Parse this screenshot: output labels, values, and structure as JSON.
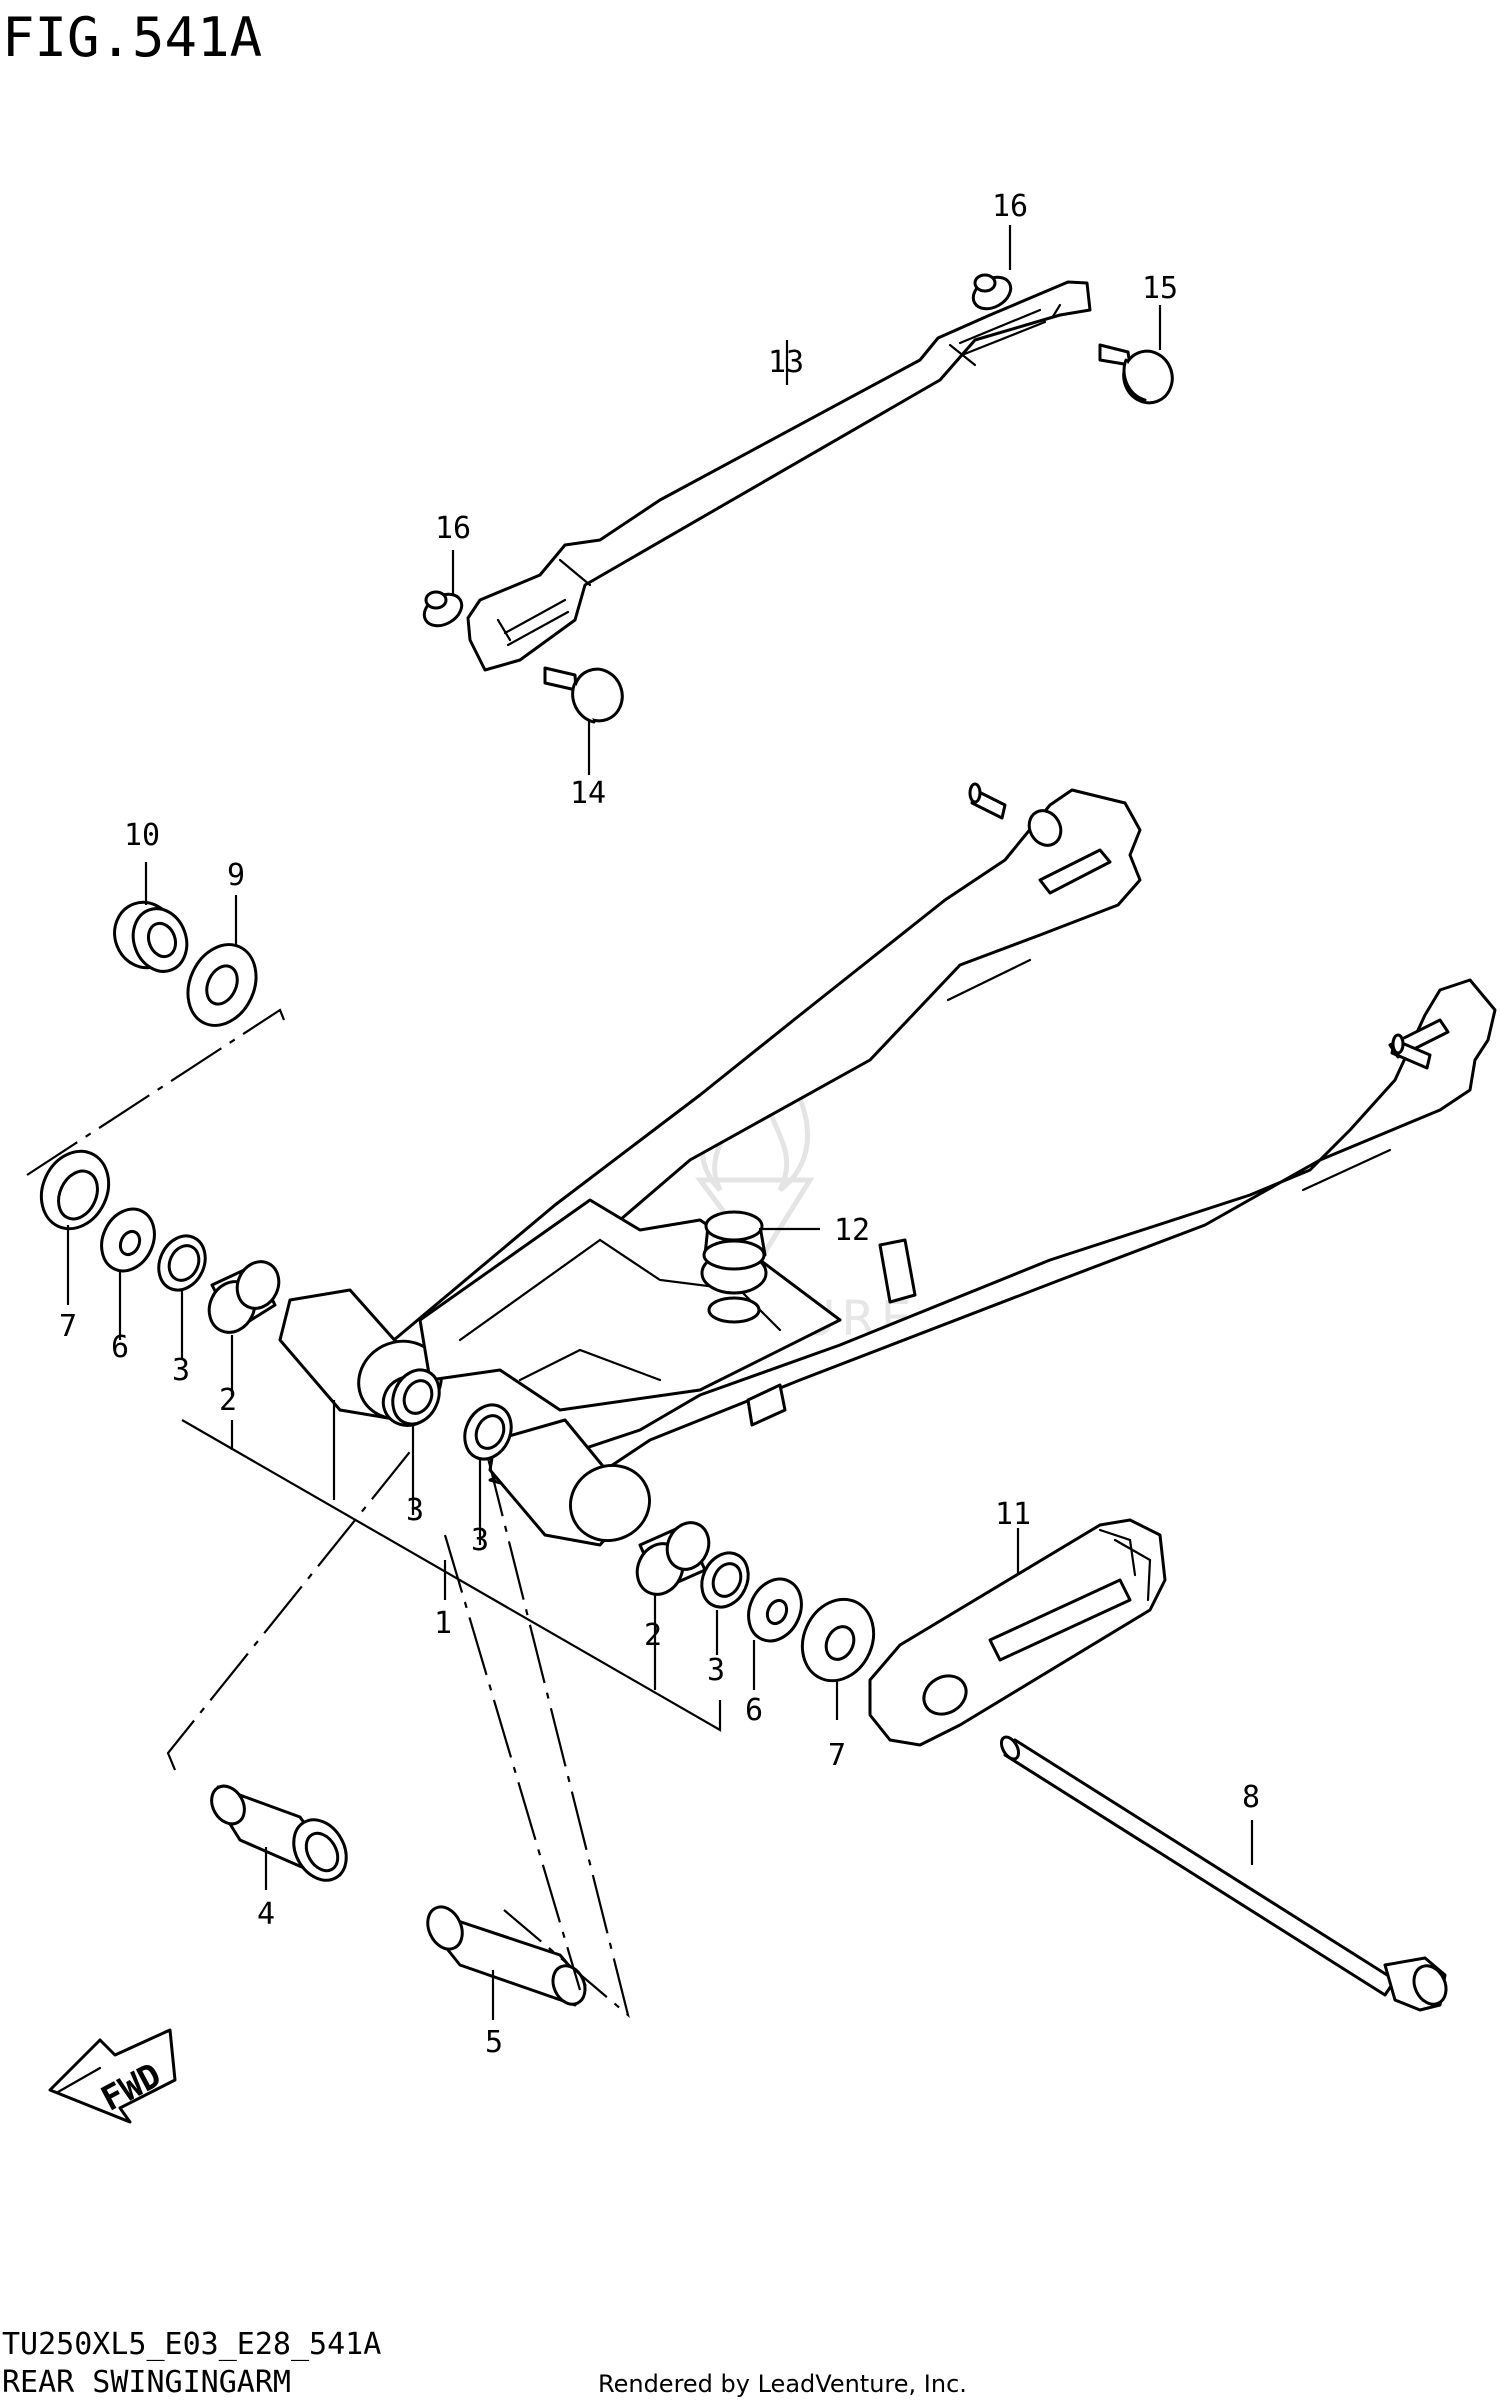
{
  "figure": {
    "title": "FIG.541A",
    "model_code": "TU250XL5_E03_E28_541A",
    "caption": "REAR SWINGINGARM",
    "credit": "Rendered by LeadVenture, Inc.",
    "fwd_label": "FWD",
    "watermark": "LEADVENTURE"
  },
  "callouts": {
    "c1": "1",
    "c2a": "2",
    "c2b": "2",
    "c3a": "3",
    "c3b": "3",
    "c3c": "3",
    "c3d": "3",
    "c4": "4",
    "c5": "5",
    "c6a": "6",
    "c6b": "6",
    "c7a": "7",
    "c7b": "7",
    "c8": "8",
    "c9": "9",
    "c10": "10",
    "c11": "11",
    "c12": "12",
    "c13": "13",
    "c14": "14",
    "c15": "15",
    "c16a": "16",
    "c16b": "16"
  },
  "colors": {
    "ink": "#000000",
    "background": "#ffffff",
    "watermark": "#e4e4e4"
  }
}
